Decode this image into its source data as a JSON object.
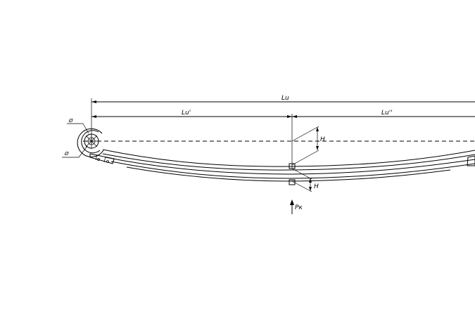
{
  "labels": {
    "total_length": "Lu",
    "left_length": "Lu'",
    "right_length": "Lu''",
    "height_top": "H",
    "height_bottom": "H",
    "load": "Pк",
    "eye_diameter_top": "Ø",
    "eye_diameter_bottom": "Ø"
  },
  "colors": {
    "line": "#000000",
    "background": "#ffffff"
  }
}
